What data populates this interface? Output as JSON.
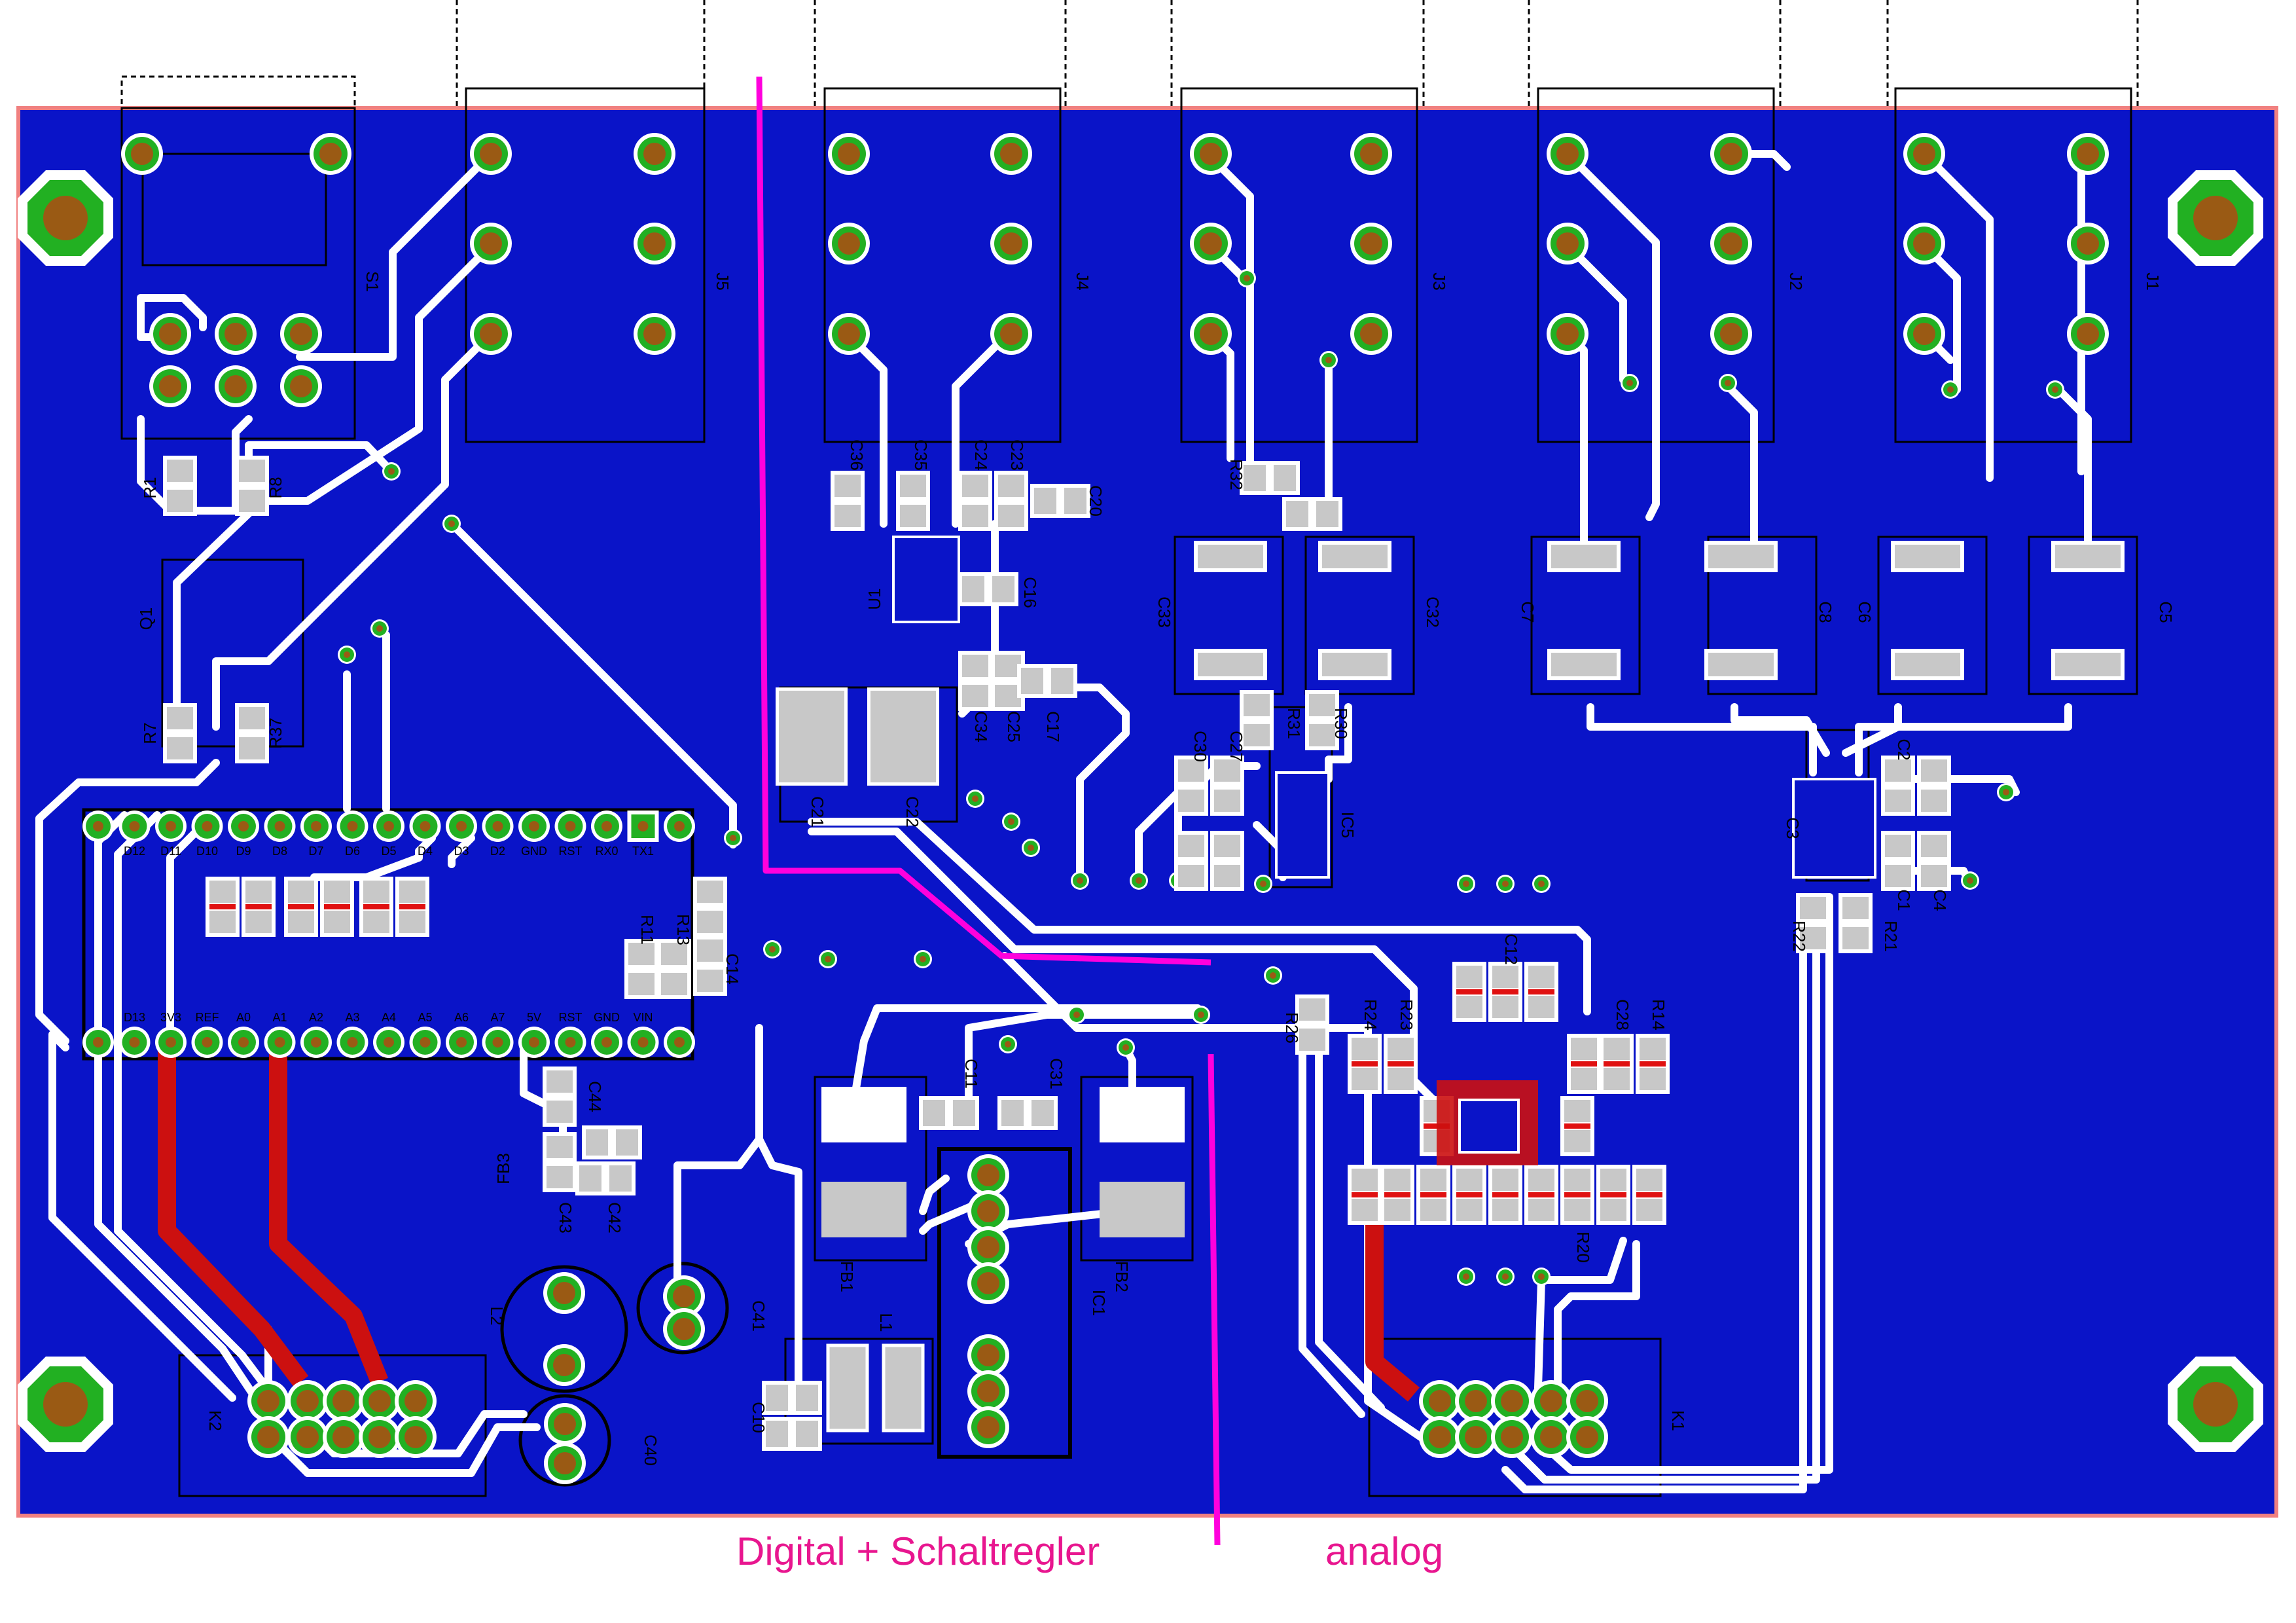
{
  "board": {
    "colors": {
      "copper_fill": "#0a14c8",
      "track": "#ffffff",
      "pad_top": "#e01010",
      "pad_smd": "#c8c8c8",
      "via_ring": "#22b022",
      "via_hole": "#9a5a14",
      "outline": "#f08080",
      "silkscreen": "#000000",
      "divider": "#ff00dd"
    },
    "connectors": [
      {
        "ref": "S1",
        "label": "S1"
      },
      {
        "ref": "J5",
        "label": "J5"
      },
      {
        "ref": "J4",
        "label": "J4"
      },
      {
        "ref": "J3",
        "label": "J3"
      },
      {
        "ref": "J2",
        "label": "J2"
      },
      {
        "ref": "J1",
        "label": "J1"
      },
      {
        "ref": "K1",
        "label": "K1"
      },
      {
        "ref": "K2",
        "label": "K2"
      }
    ],
    "parts": [
      {
        "ref": "R1",
        "label": "R1"
      },
      {
        "ref": "R8",
        "label": "R8"
      },
      {
        "ref": "Q1",
        "label": "Q1"
      },
      {
        "ref": "R7",
        "label": "R7"
      },
      {
        "ref": "R37",
        "label": "R37"
      },
      {
        "ref": "U1",
        "label": "U1"
      },
      {
        "ref": "C36",
        "label": "C36"
      },
      {
        "ref": "C35",
        "label": "C35"
      },
      {
        "ref": "C24",
        "label": "C24"
      },
      {
        "ref": "C23",
        "label": "C23"
      },
      {
        "ref": "C20",
        "label": "C20"
      },
      {
        "ref": "C16",
        "label": "C16"
      },
      {
        "ref": "C34",
        "label": "C34"
      },
      {
        "ref": "C25",
        "label": "C25"
      },
      {
        "ref": "C17",
        "label": "C17"
      },
      {
        "ref": "C21",
        "label": "C21"
      },
      {
        "ref": "C22",
        "label": "C22"
      },
      {
        "ref": "C33",
        "label": "C33"
      },
      {
        "ref": "C32",
        "label": "C32"
      },
      {
        "ref": "R32",
        "label": "R32"
      },
      {
        "ref": "C30",
        "label": "C30"
      },
      {
        "ref": "C27",
        "label": "C27"
      },
      {
        "ref": "R31",
        "label": "R31"
      },
      {
        "ref": "R30",
        "label": "R30"
      },
      {
        "ref": "IC5",
        "label": "IC5"
      },
      {
        "ref": "C7",
        "label": "C7"
      },
      {
        "ref": "C8",
        "label": "C8"
      },
      {
        "ref": "C6",
        "label": "C6"
      },
      {
        "ref": "C5",
        "label": "C5"
      },
      {
        "ref": "C3",
        "label": "C3"
      },
      {
        "ref": "C2",
        "label": "C2"
      },
      {
        "ref": "C1",
        "label": "C1"
      },
      {
        "ref": "C4",
        "label": "C4"
      },
      {
        "ref": "R22",
        "label": "R22"
      },
      {
        "ref": "R21",
        "label": "R21"
      },
      {
        "ref": "R11",
        "label": "R11"
      },
      {
        "ref": "R13",
        "label": "R13"
      },
      {
        "ref": "C14",
        "label": "C14"
      },
      {
        "ref": "C44",
        "label": "C44"
      },
      {
        "ref": "C43",
        "label": "C43"
      },
      {
        "ref": "C42",
        "label": "C42"
      },
      {
        "ref": "FB3",
        "label": "FB3"
      },
      {
        "ref": "C11",
        "label": "C11"
      },
      {
        "ref": "C31",
        "label": "C31"
      },
      {
        "ref": "FB1",
        "label": "FB1"
      },
      {
        "ref": "FB2",
        "label": "FB2"
      },
      {
        "ref": "IC1",
        "label": "IC1"
      },
      {
        "ref": "L1",
        "label": "L1"
      },
      {
        "ref": "L2",
        "label": "L2"
      },
      {
        "ref": "C41",
        "label": "C41"
      },
      {
        "ref": "C40",
        "label": "C40"
      },
      {
        "ref": "C10",
        "label": "C10"
      },
      {
        "ref": "R26",
        "label": "R26"
      },
      {
        "ref": "R24",
        "label": "R24"
      },
      {
        "ref": "R23",
        "label": "R23"
      },
      {
        "ref": "C12",
        "label": "C12"
      },
      {
        "ref": "C28",
        "label": "C28"
      },
      {
        "ref": "R14",
        "label": "R14"
      },
      {
        "ref": "R20",
        "label": "R20"
      }
    ],
    "arduino_header": {
      "top_pins": [
        "D12",
        "D11",
        "D10",
        "D9",
        "D8",
        "D7",
        "D6",
        "D5",
        "D4",
        "D3",
        "D2",
        "GND",
        "RST",
        "RX0",
        "TX1"
      ],
      "bottom_pins": [
        "D13",
        "3V3",
        "REF",
        "A0",
        "A1",
        "A2",
        "A3",
        "A4",
        "A5",
        "A6",
        "A7",
        "5V",
        "RST",
        "GND",
        "VIN"
      ]
    }
  },
  "annotations": {
    "left_region": "Digital + Schaltregler",
    "right_region": "analog"
  }
}
